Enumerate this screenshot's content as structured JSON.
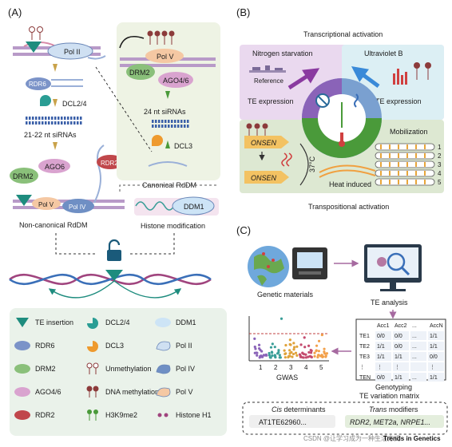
{
  "panel_a": {
    "label": "(A)",
    "pol_ii": "Pol II",
    "rdr6": "RDR6",
    "dcl24": "DCL2/4",
    "sirna_2122": "21-22 nt siRNAs",
    "drm2_left": "DRM2",
    "ago6": "AGO6",
    "rdr2": "RDR2",
    "pol_v_left": "Pol V",
    "pol_iv": "Pol IV",
    "noncanonical": "Non-canonical RdDM",
    "canonical": "Canonical RdDM",
    "histone_mod": "Histone modification",
    "ddm1": "DDM1",
    "pol_v_box": "Pol V",
    "drm2_box": "DRM2",
    "ago46": "AGO4/6",
    "sirna_24": "24 nt siRNAs",
    "dcl3": "DCL3"
  },
  "legend": {
    "items": [
      {
        "label": "TE insertion",
        "icon": "triangle",
        "color": "#1e8c7e"
      },
      {
        "label": "DCL2/4",
        "icon": "pie",
        "color": "#2a9d94"
      },
      {
        "label": "DDM1",
        "icon": "ellipse",
        "color": "#cde4f6"
      },
      {
        "label": "RDR6",
        "icon": "ellipse",
        "color": "#7b93c8"
      },
      {
        "label": "DCL3",
        "icon": "pie",
        "color": "#ee9a2e"
      },
      {
        "label": "Pol II",
        "icon": "pol",
        "color": "#cfe0f2"
      },
      {
        "label": "DRM2",
        "icon": "ellipse",
        "color": "#8ac07a"
      },
      {
        "label": "Unmethylation",
        "icon": "lollipop-open",
        "color": "#8c3b3b"
      },
      {
        "label": "Pol IV",
        "icon": "pol",
        "color": "#6f8fc4"
      },
      {
        "label": "AGO4/6",
        "icon": "ellipse",
        "color": "#d9a3cf"
      },
      {
        "label": "DNA methylation",
        "icon": "lollipop-filled",
        "color": "#8c3b3b"
      },
      {
        "label": "Pol V",
        "icon": "pol",
        "color": "#f5c8a3"
      },
      {
        "label": "RDR2",
        "icon": "ellipse",
        "color": "#c0474b"
      },
      {
        "label": "H3K9me2",
        "icon": "h3k9",
        "color": "#4a9a3a"
      },
      {
        "label": "Histone H1",
        "icon": "dots",
        "color": "#a0447e"
      }
    ]
  },
  "panel_b": {
    "label": "(B)",
    "title_top": "Transcriptional activation",
    "title_bottom": "Transpositional activation",
    "nitrogen": "Nitrogen starvation",
    "reference": "Reference",
    "te_expression_left": "TE expression",
    "uvb": "Ultraviolet B",
    "te_expression_right": "TE expression",
    "onsen1": "ONSEN",
    "onsen2": "ONSEN",
    "temp": "37°C",
    "heat": "Heat induced",
    "mobilization": "Mobilization",
    "chromosomes": [
      "1",
      "2",
      "3",
      "4",
      "5"
    ]
  },
  "panel_c": {
    "label": "(C)",
    "genetic_materials": "Genetic materials",
    "te_analysis": "TE analysis",
    "gwas": "GWAS",
    "genotyping_line1": "Genotyping",
    "genotyping_line2": "TE variation matrix",
    "matrix_cols": [
      "Acc1",
      "Acc2",
      "...",
      "AccN"
    ],
    "matrix_rows": [
      {
        "name": "TE1",
        "cells": [
          "0/0",
          "0/0",
          "...",
          "1/1"
        ]
      },
      {
        "name": "TE2",
        "cells": [
          "1/1",
          "0/0",
          "...",
          "1/1"
        ]
      },
      {
        "name": "TE3",
        "cells": [
          "1/1",
          "1/1",
          "...",
          "0/0"
        ]
      },
      {
        "name": "⋮",
        "cells": [
          "⋮",
          "⋮",
          "",
          "⋮"
        ]
      },
      {
        "name": "TEN",
        "cells": [
          "0/0",
          "1/1",
          "...",
          "1/1"
        ]
      }
    ],
    "chart_data": {
      "type": "scatter",
      "xlabel": "GWAS",
      "categories": [
        "1",
        "2",
        "3",
        "4",
        "5"
      ],
      "colors": [
        "#8a63b8",
        "#3a9e98",
        "#e0a23a",
        "#c44c6f",
        "#f2a04a"
      ]
    },
    "cis_title": "Cis",
    "cis_title_rest": " determinants",
    "cis_value": "AT1TE62960...",
    "trans_title": "Trans",
    "trans_title_rest": " modifiers",
    "trans_value": "RDR2, MET2a, NRPE1..."
  },
  "footer": {
    "watermark": "CSDN @让学习成为一种生活方式",
    "journal": "Trends in Genetics"
  }
}
